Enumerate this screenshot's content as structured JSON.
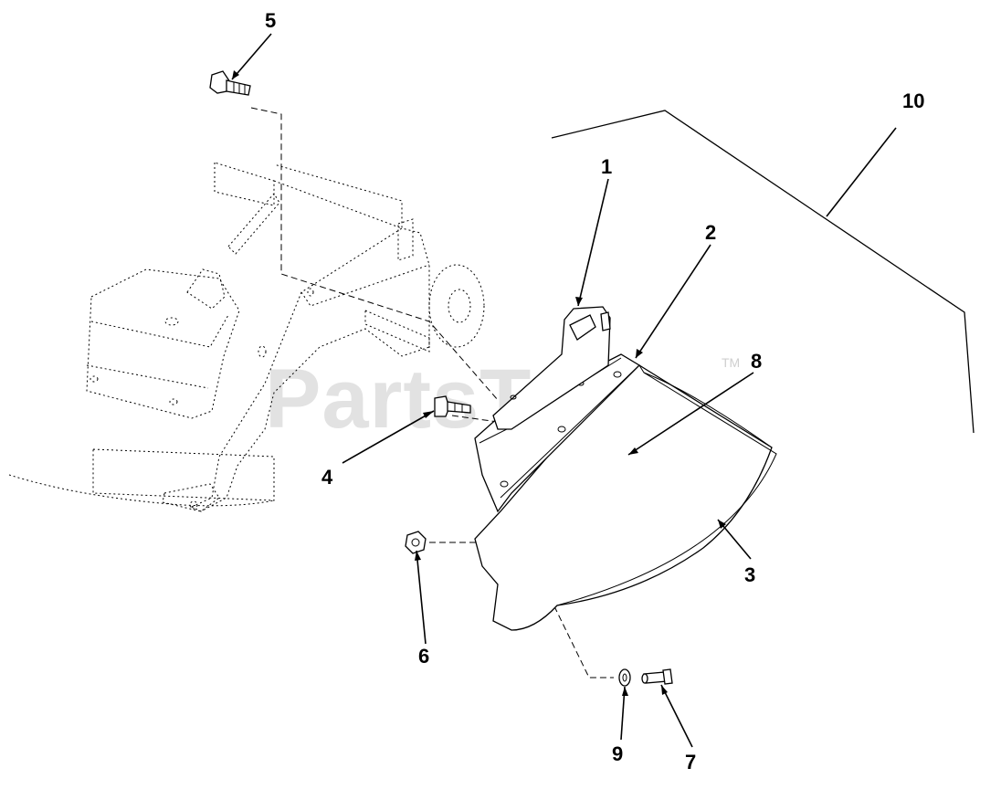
{
  "watermark": {
    "text": "PartsTree",
    "mark": "TM"
  },
  "callouts": [
    {
      "id": "c1",
      "label": "1"
    },
    {
      "id": "c2",
      "label": "2"
    },
    {
      "id": "c3",
      "label": "3"
    },
    {
      "id": "c4",
      "label": "4"
    },
    {
      "id": "c5",
      "label": "5"
    },
    {
      "id": "c6",
      "label": "6"
    },
    {
      "id": "c7",
      "label": "7"
    },
    {
      "id": "c8",
      "label": "8"
    },
    {
      "id": "c9",
      "label": "9"
    },
    {
      "id": "c10",
      "label": "10"
    }
  ]
}
